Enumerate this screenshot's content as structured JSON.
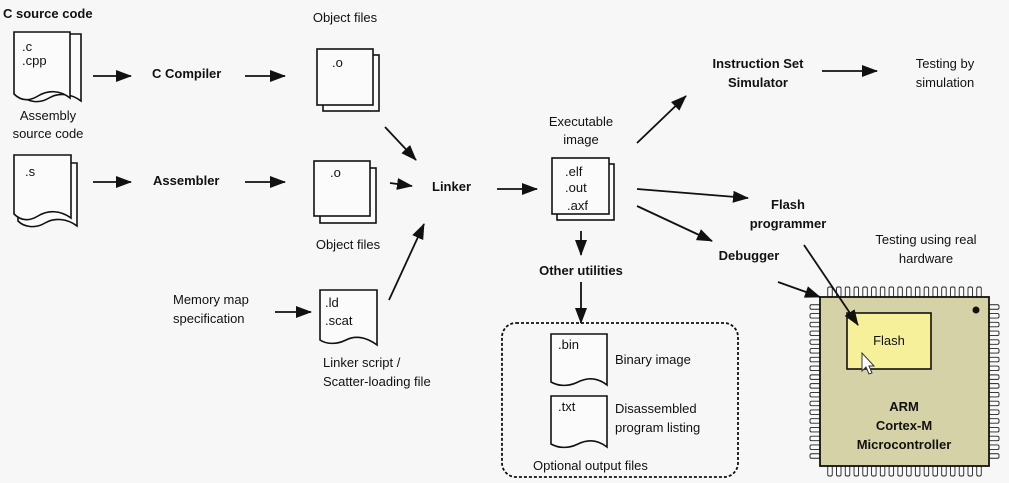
{
  "diagram": {
    "title": "ARM Cortex-M software development flow",
    "inputs": {
      "c_source": {
        "label": "C source code",
        "extensions": [
          ".c",
          ".cpp"
        ]
      },
      "asm_source": {
        "label_lines": [
          "Assembly",
          "source code"
        ],
        "extensions": [
          ".s"
        ]
      },
      "memory_map": {
        "label_lines": [
          "Memory map",
          "specification"
        ]
      }
    },
    "tools": {
      "c_compiler": "C Compiler",
      "assembler": "Assembler",
      "linker": "Linker",
      "other_utilities": "Other utilities",
      "iss_lines": [
        "Instruction Set",
        "Simulator"
      ],
      "flash_programmer_lines": [
        "Flash",
        "programmer"
      ],
      "debugger": "Debugger"
    },
    "object_files": {
      "top_label": "Object files",
      "bottom_label": "Object files",
      "extension": ".o"
    },
    "linker_script": {
      "extensions": [
        ".ld",
        ".scat"
      ],
      "label_lines": [
        "Linker script /",
        "Scatter-loading file"
      ]
    },
    "executable": {
      "label_lines": [
        "Executable",
        "image"
      ],
      "extensions": [
        ".elf",
        ".out",
        ".axf"
      ]
    },
    "optional_outputs": {
      "group_label": "Optional output files",
      "binary": {
        "extension": ".bin",
        "label": "Binary image"
      },
      "listing": {
        "extension": ".txt",
        "label_lines": [
          "Disassembled",
          "program listing"
        ]
      }
    },
    "results": {
      "simulation_lines": [
        "Testing by",
        "simulation"
      ],
      "hardware_lines": [
        "Testing using real",
        "hardware"
      ]
    },
    "microcontroller": {
      "flash_label": "Flash",
      "chip_lines": [
        "ARM",
        "Cortex-M",
        "Microcontroller"
      ],
      "chip_color": "#d6d2a8",
      "flash_color": "#f7f09a"
    },
    "icons": [
      "document-icon",
      "stacked-document-icon",
      "arrow-icon",
      "chip-icon",
      "mouse-cursor-icon"
    ]
  }
}
